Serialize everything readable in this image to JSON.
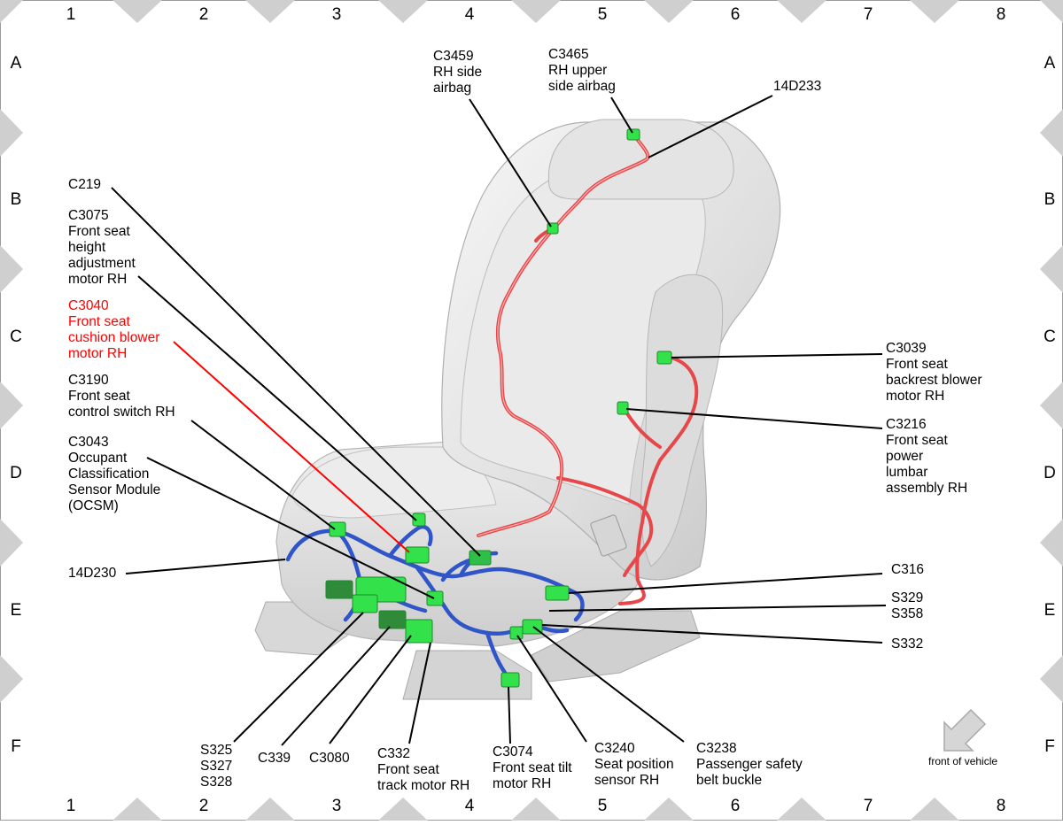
{
  "grid": {
    "columns": [
      "1",
      "2",
      "3",
      "4",
      "5",
      "6",
      "7",
      "8"
    ],
    "rows": [
      "A",
      "B",
      "C",
      "D",
      "E",
      "F"
    ]
  },
  "labels": {
    "c3459": [
      "C3459",
      "RH side",
      "airbag"
    ],
    "c3465": [
      "C3465",
      "RH upper",
      "side airbag"
    ],
    "d14d233": [
      "14D233"
    ],
    "c219": [
      "C219"
    ],
    "c3075": [
      "C3075",
      "Front seat",
      "height",
      "adjustment",
      "motor RH"
    ],
    "c3040": [
      "C3040",
      "Front seat",
      "cushion blower",
      "motor RH"
    ],
    "c3190": [
      "C3190",
      "Front seat",
      "control switch RH"
    ],
    "c3043": [
      "C3043",
      "Occupant",
      "Classification",
      "Sensor Module",
      "(OCSM)"
    ],
    "d14d230": [
      "14D230"
    ],
    "c3039": [
      "C3039",
      "Front seat",
      "backrest blower",
      "motor RH"
    ],
    "c3216": [
      "C3216",
      "Front seat",
      "power",
      "lumbar",
      "assembly RH"
    ],
    "c316": [
      "C316"
    ],
    "s329": [
      "S329",
      "S358"
    ],
    "s332": [
      "S332"
    ],
    "s325": [
      "S325",
      "S327",
      "S328"
    ],
    "c339": [
      "C339"
    ],
    "c3080": [
      "C3080"
    ],
    "c332": [
      "C332",
      "Front seat",
      "track motor RH"
    ],
    "c3074": [
      "C3074",
      "Front seat tilt",
      "motor RH"
    ],
    "c3240": [
      "C3240",
      "Seat position",
      "sensor RH"
    ],
    "c3238": [
      "C3238",
      "Passenger safety",
      "belt buckle"
    ]
  },
  "highlight": "C3040",
  "front_of_vehicle": "front of vehicle",
  "colors": {
    "highlight_text": "#ff0000",
    "harness_backrest": "#e8474a",
    "harness_cushion": "#2f55c8",
    "connector": "#33e14a",
    "seat_fill": "#e6e6e6",
    "border_triangle": "#cfcfcf"
  }
}
